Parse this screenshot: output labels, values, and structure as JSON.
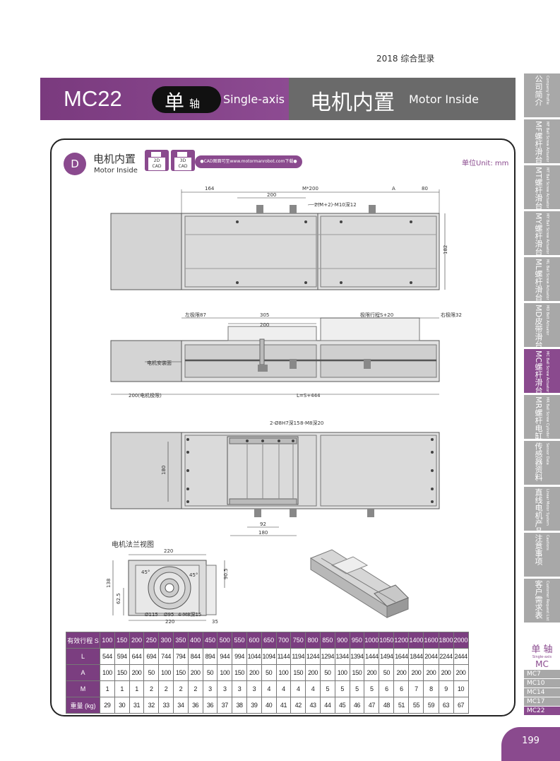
{
  "catalog_year": "2018 综合型录",
  "header": {
    "model": "MC22",
    "axis_cn_big": "单",
    "axis_cn_small": "轴",
    "axis_en": "Single-axis",
    "title_cn": "电机内置",
    "title_en": "Motor Inside"
  },
  "section": {
    "letter": "D",
    "title_cn": "电机内置",
    "title_en": "Motor Inside",
    "cad_2d": "2D\nCAD",
    "cad_3d": "3D\nCAD",
    "cad_link": "●CAD图面可至www.motormanrobot.com下载●",
    "unit": "单位Unit: mm"
  },
  "drawing_labels": {
    "top_dims": [
      "164",
      "M*200",
      "A",
      "80",
      "200",
      "2(M+2)-M10深12",
      "182"
    ],
    "side_dims": [
      "左极限87",
      "305",
      "200",
      "极限行程S+20",
      "右极限32",
      "电机安装面",
      "200(电机极限)",
      "L=S+444"
    ],
    "bottom_dims": [
      "2-Ø8H7深15",
      "8-M8深20",
      "180",
      "92",
      "180"
    ],
    "flange_title": "电机法兰视图",
    "flange_dims": [
      "220",
      "138",
      "62.5",
      "90.5",
      "Ø115",
      "Ø95",
      "4-M8深15",
      "220",
      "35",
      "45°"
    ]
  },
  "spec_table": {
    "header_label": "有效行程 S",
    "strokes": [
      "100",
      "150",
      "200",
      "250",
      "300",
      "350",
      "400",
      "450",
      "500",
      "550",
      "600",
      "650",
      "700",
      "750",
      "800",
      "850",
      "900",
      "950",
      "1000",
      "1050",
      "1200",
      "1400",
      "1600",
      "1800",
      "2000"
    ],
    "rows": [
      {
        "label": "L",
        "values": [
          "544",
          "594",
          "644",
          "694",
          "744",
          "794",
          "844",
          "894",
          "944",
          "994",
          "1044",
          "1094",
          "1144",
          "1194",
          "1244",
          "1294",
          "1344",
          "1394",
          "1444",
          "1494",
          "1644",
          "1844",
          "2044",
          "2244",
          "2444"
        ]
      },
      {
        "label": "A",
        "values": [
          "100",
          "150",
          "200",
          "50",
          "100",
          "150",
          "200",
          "50",
          "100",
          "150",
          "200",
          "50",
          "100",
          "150",
          "200",
          "50",
          "100",
          "150",
          "200",
          "50",
          "200",
          "200",
          "200",
          "200",
          "200"
        ]
      },
      {
        "label": "M",
        "values": [
          "1",
          "1",
          "1",
          "2",
          "2",
          "2",
          "2",
          "3",
          "3",
          "3",
          "3",
          "4",
          "4",
          "4",
          "4",
          "5",
          "5",
          "5",
          "5",
          "6",
          "6",
          "7",
          "8",
          "9",
          "10"
        ]
      },
      {
        "label": "重量 (kg)",
        "values": [
          "29",
          "30",
          "31",
          "32",
          "33",
          "34",
          "36",
          "36",
          "37",
          "38",
          "39",
          "40",
          "41",
          "42",
          "43",
          "44",
          "45",
          "46",
          "47",
          "48",
          "51",
          "55",
          "59",
          "63",
          "67"
        ]
      }
    ]
  },
  "sidebar": {
    "tabs": [
      {
        "cn": "公司简介",
        "en": "Company Profile"
      },
      {
        "cn": "MF螺杆滑台",
        "en": "MF Ball Screw Actuator"
      },
      {
        "cn": "MT螺杆滑台",
        "en": "MT Ball Screw Actuator"
      },
      {
        "cn": "MY螺杆滑台",
        "en": "MY Ball Screw Actuator"
      },
      {
        "cn": "ML螺杆滑台",
        "en": "ML Ball Screw Actuator"
      },
      {
        "cn": "MD皮带滑台",
        "en": "MD Belt Actuator"
      },
      {
        "cn": "MC螺杆滑台",
        "en": "MC Ball Screw Actuator"
      },
      {
        "cn": "MR螺杆电缸",
        "en": "MR Ball Screw Cylinder"
      },
      {
        "cn": "传感器资料",
        "en": "Sensor Data"
      },
      {
        "cn": "直线电机产品",
        "en": "Linear Motor System"
      },
      {
        "cn": "注意事项",
        "en": "Cautions"
      },
      {
        "cn": "客户需求表",
        "en": "Customer Request List"
      }
    ],
    "active_index": 6,
    "model_cn": "单 轴",
    "model_en": "Single-axis",
    "model_code": "MC",
    "models": [
      "MC7",
      "MC10",
      "MC14",
      "MC17",
      "MC22"
    ],
    "active_model": "MC22"
  },
  "page_number": "199",
  "colors": {
    "accent": "#8a4a8e",
    "gray": "#6a6a6a",
    "tab_gray": "#a8a8a8"
  }
}
